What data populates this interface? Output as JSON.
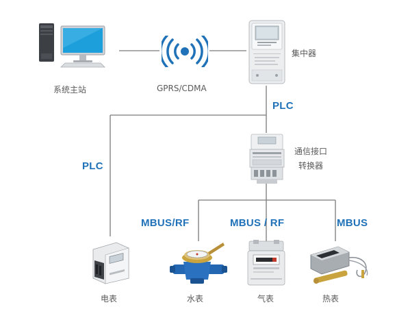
{
  "nodes": {
    "master_station": "系统主站",
    "gprs": "GPRS/CDMA",
    "concentrator": "集中器",
    "converter_line1": "通信接口",
    "converter_line2": "转换器",
    "electric_meter": "电表",
    "water_meter": "水表",
    "gas_meter": "气表",
    "heat_meter": "热表"
  },
  "links": {
    "plc_top": "PLC",
    "plc_left": "PLC",
    "mbus_rf_water": "MBUS/RF",
    "mbus_rf_gas": "MBUS / RF",
    "mbus_heat": "MBUS"
  },
  "colors": {
    "line": "#7a7a7a",
    "protocol_text": "#1f72b8",
    "signal_icon": "#1f72b8"
  },
  "icons": {
    "master_station": "desktop-computer-icon",
    "gprs": "wireless-signal-icon",
    "concentrator": "concentrator-device-icon",
    "converter": "converter-device-icon",
    "electric_meter": "electric-meter-icon",
    "water_meter": "water-meter-icon",
    "gas_meter": "gas-meter-icon",
    "heat_meter": "heat-meter-icon"
  }
}
